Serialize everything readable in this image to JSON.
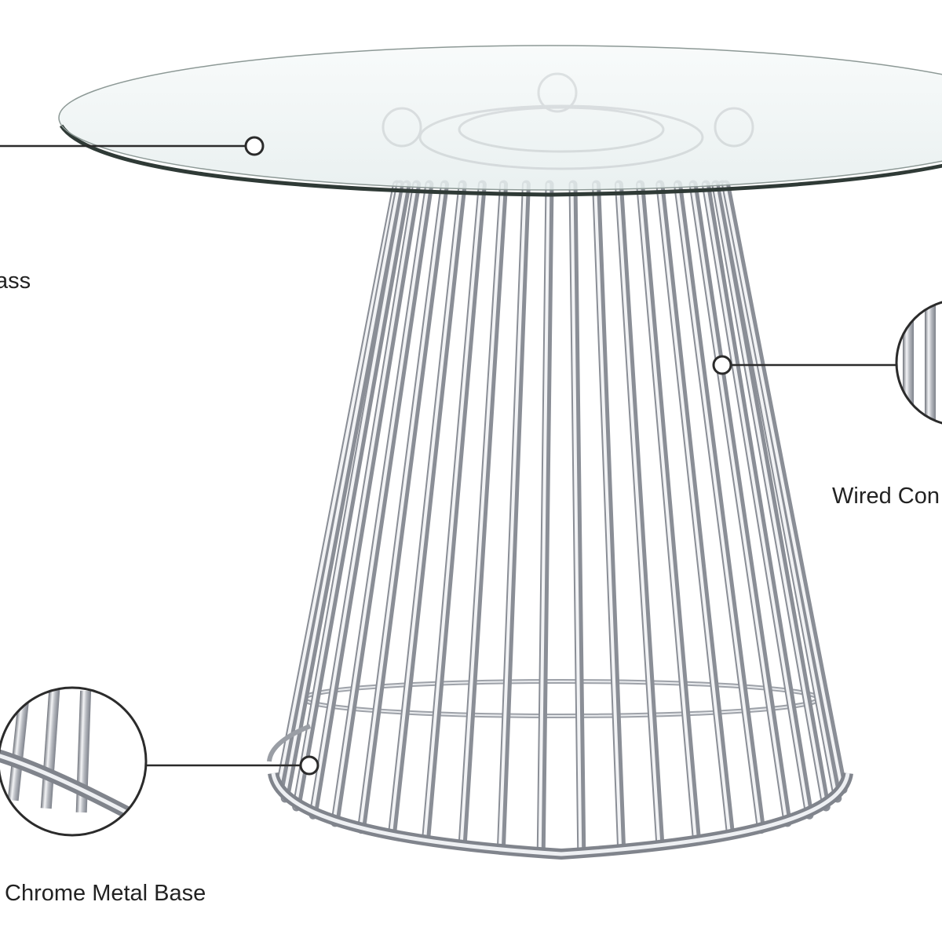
{
  "callouts": {
    "glass_top": {
      "label": "ass"
    },
    "wired_construction": {
      "label": "Wired Con"
    },
    "chrome_base": {
      "label": "Chrome Metal Base"
    }
  },
  "colors": {
    "background": "#ffffff",
    "glass_fill": "#eef3f3",
    "glass_edge": "#2f3a36",
    "chrome_light": "#f4f5f7",
    "chrome_mid": "#b9bcc2",
    "chrome_dark": "#6f737b",
    "callout_line": "#2b2b2b"
  },
  "icons": [
    "callout-marker-icon",
    "detail-zoom-icon"
  ]
}
